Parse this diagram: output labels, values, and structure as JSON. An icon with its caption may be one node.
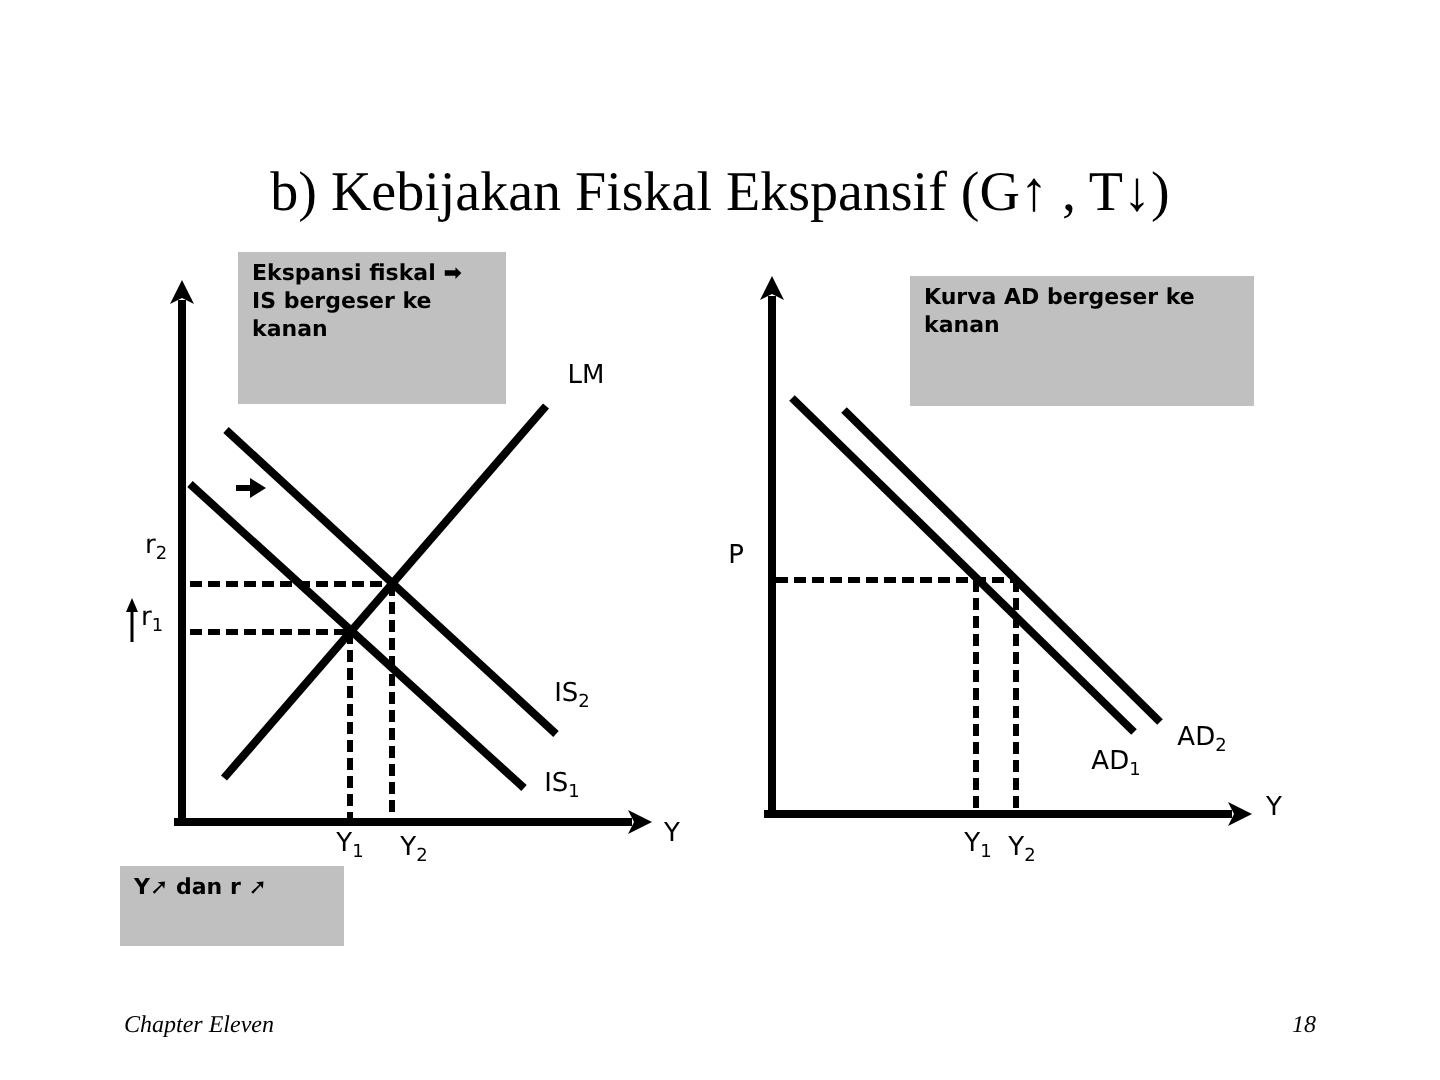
{
  "diagram": {
    "title": "b) Kebijakan Fiskal Ekspansif (G↑ , T↓)",
    "nodes": [
      {
        "text": [
          "Ekspansi fiskal ➡ IS bergeser ke kanan"
        ]
      },
      {
        "text": [
          "Kurva AD bergeser ke kanan"
        ]
      },
      {
        "text": [
          "Y➚ dan r ➚"
        ]
      }
    ],
    "labels": [
      "LM",
      "r$_{2}$",
      "P",
      "r$_{1}$",
      "IS$_{2}$",
      "AD$_{2}$",
      "AD$_{1}$",
      "IS$_{1}$",
      "Y",
      "Y$_{1}$",
      "Y$_{2}$",
      "Y",
      "Y$_{1}$",
      "Y$_{2}$",
      "Chapter Eleven",
      "18"
    ]
  }
}
